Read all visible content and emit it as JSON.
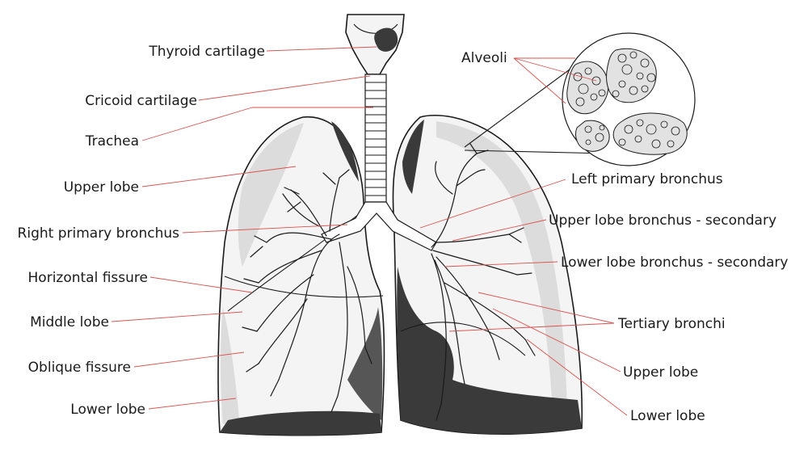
{
  "labels": {
    "thyroid_cartilage": "Thyroid cartilage",
    "cricoid_cartilage": "Cricoid cartilage",
    "trachea": "Trachea",
    "upper_lobe_right": "Upper lobe",
    "right_primary_bronchus": "Right primary bronchus",
    "horizontal_fissure": "Horizontal fissure",
    "middle_lobe": "Middle lobe",
    "oblique_fissure": "Oblique fissure",
    "lower_lobe_right": "Lower lobe",
    "alveoli": "Alveoli",
    "left_primary_bronchus": "Left primary bronchus",
    "upper_lobe_bronchus": "Upper lobe bronchus - secondary",
    "lower_lobe_bronchus": "Lower lobe bronchus - secondary",
    "tertiary_bronchi": "Tertiary bronchi",
    "upper_lobe_left": "Upper lobe",
    "lower_lobe_left": "Lower lobe"
  },
  "colors": {
    "leader_line": "#d9534f",
    "outline": "#1a1a1a",
    "dark_shading": "#3a3a3a",
    "light_shading": "#d6d6d6"
  }
}
